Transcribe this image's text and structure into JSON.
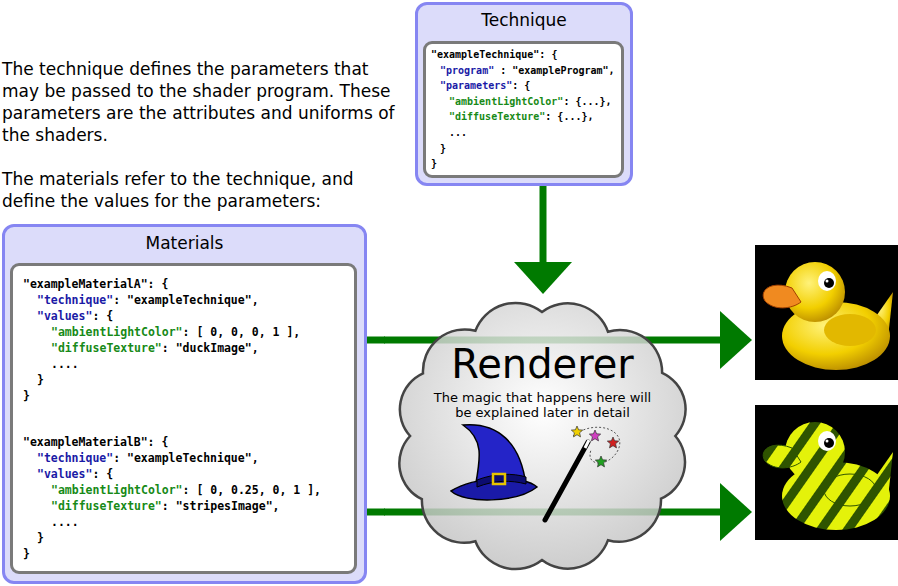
{
  "diagram": {
    "nodes": [
      {
        "text": [
          "Technique"
        ]
      },
      {
        "text": [
          "\"exampleTechnique\": {",
          "\"program\" : \"exampleProgram\",",
          "\"parameters\": {",
          "\"ambientLightColor\": {...},",
          "\"diffuseTexture\": {...},",
          "...",
          "}",
          "}"
        ],
        "in": 0
      },
      {
        "text": [
          "Materials"
        ]
      },
      {
        "text": [
          "\"exampleMaterialA\": {",
          "\"technique\": \"exampleTechnique\",",
          "\"values\": {",
          "\"ambientLightColor\": [ 0, 0, 0, 1 ],",
          "\"diffuseTexture\": \"duckImage\",",
          "....",
          "}",
          "}",
          "\"exampleMaterialB\": {",
          "\"technique\": \"exampleTechnique\",",
          "\"values\": {",
          "\"ambientLightColor\": [ 0, 0.25, 0, 1 ],",
          "\"diffuseTexture\": \"stripesImage\",",
          "....",
          "}",
          "}"
        ],
        "in": 2
      },
      {
        "text": [
          "Renderer",
          "The magic that happens here will be explained later in detail"
        ]
      }
    ],
    "edges": [
      {
        "from": 0,
        "to": 4,
        "arrow": "to"
      },
      {
        "from": 3,
        "to": 4,
        "arrow": "none"
      },
      {
        "from": 3,
        "to": 4,
        "arrow": "none"
      }
    ],
    "labels": [
      "The technique defines the parameters that may be passed to the shader program. These parameters are the attributes and uniforms of the shaders.",
      "The materials refer to the technique, and define the values for the parameters:"
    ]
  }
}
